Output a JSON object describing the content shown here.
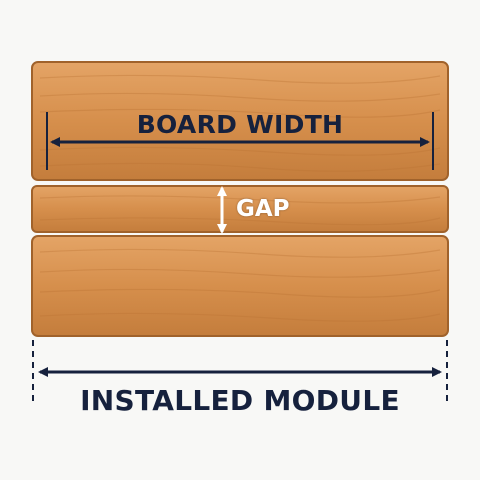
{
  "diagram": {
    "labels": {
      "board_width": "BOARD WIDTH",
      "gap": "GAP",
      "installed_module": "INSTALLED MODULE"
    },
    "colors": {
      "wood_light": "#e3a061",
      "wood_mid": "#d18a46",
      "wood_dark": "#b36f32",
      "wood_edge": "#a0622b",
      "dimension_line": "#16213d",
      "gap_arrow": "#ffffff",
      "background": "#f8f8f6"
    }
  }
}
